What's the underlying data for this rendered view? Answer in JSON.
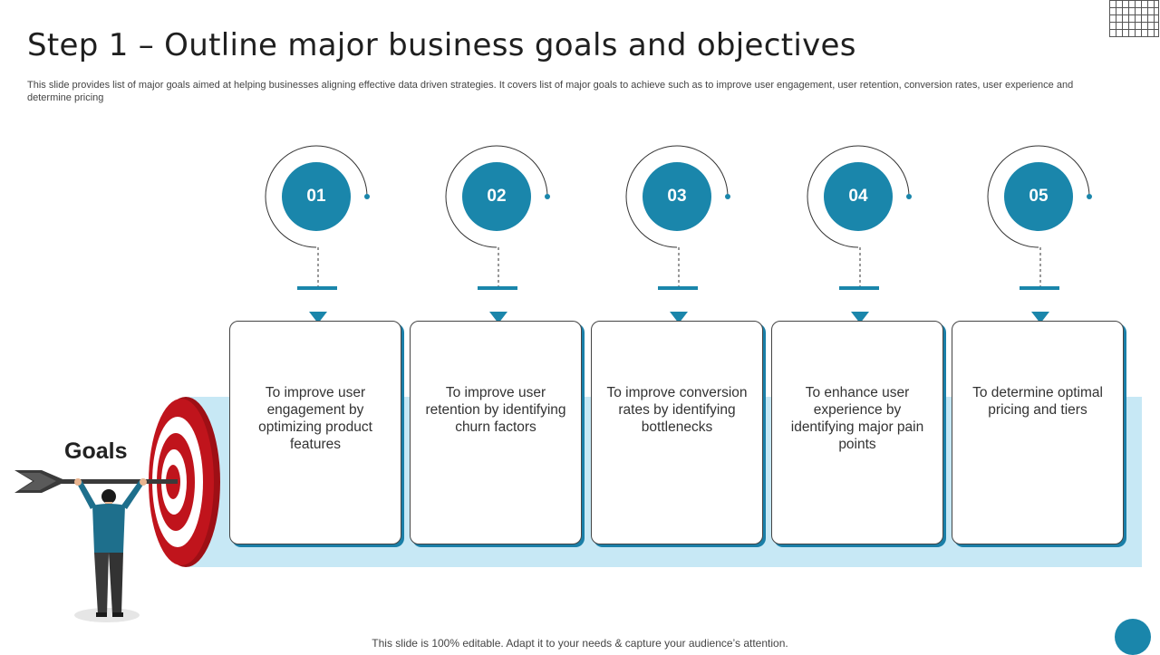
{
  "slide": {
    "title": "Step 1 – Outline major business goals and objectives",
    "subtitle": "This slide provides list of major goals aimed at helping businesses aligning effective data driven strategies. It covers list of major goals to achieve such as to improve user engagement, user retention, conversion rates, user experience and determine pricing",
    "goals_label": "Goals",
    "footer": "This slide is 100% editable. Adapt it to your needs & capture your audience’s attention."
  },
  "steps": [
    {
      "num": "01",
      "text": "To improve user engagement by optimizing product features"
    },
    {
      "num": "02",
      "text": "To improve user retention by identifying churn factors"
    },
    {
      "num": "03",
      "text": "To improve conversion rates by identifying bottlenecks"
    },
    {
      "num": "04",
      "text": "To enhance user experience by identifying major pain points"
    },
    {
      "num": "05",
      "text": "To determine optimal pricing and tiers"
    }
  ],
  "colors": {
    "accent": "#1a86ab",
    "band": "#c7e8f5",
    "target_red": "#c0141c",
    "figure_shirt": "#1e6f8c",
    "figure_pants": "#3a3a3a"
  },
  "icons": {
    "grid": "grid-icon",
    "target": "target-icon",
    "person": "person-icon",
    "arrow": "arrow-icon"
  }
}
